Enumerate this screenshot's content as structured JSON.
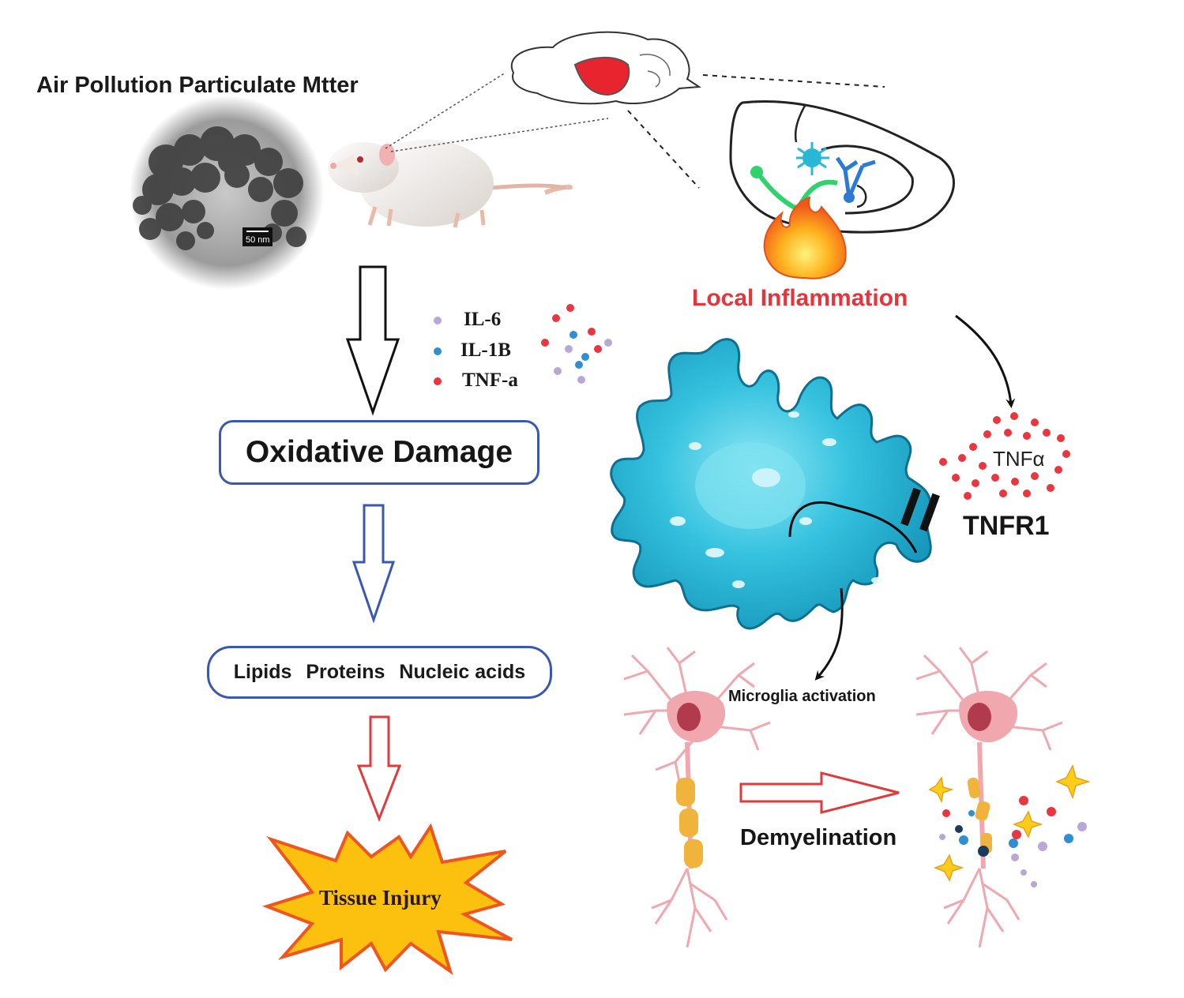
{
  "title": "Air Pollution Particulate Mtter",
  "scale_bar": "50 nm",
  "legend": {
    "items": [
      {
        "label": "IL-6",
        "color": "#b8a8d6"
      },
      {
        "label": "IL-1B",
        "color": "#2f8fd0"
      },
      {
        "label": "TNF-a",
        "color": "#e8373e"
      }
    ]
  },
  "left_flow": {
    "oxidative": "Oxidative Damage",
    "molecules": [
      "Lipids",
      "Proteins",
      "Nucleic acids"
    ],
    "injury": "Tissue Injury"
  },
  "right_flow": {
    "local_inflammation": "Local Inflammation",
    "tnf_alpha": "TNFα",
    "receptor": "TNFR1",
    "microglia_activation": "Microglia activation",
    "demyelination": "Demyelination"
  },
  "colors": {
    "box_border": "#3a58b3",
    "blue_arrow": "#3a58b3",
    "red_arrow": "#e03a3a",
    "inflammation_text": "#e5343a",
    "microglia_fill": "#2bb9d6",
    "neuron_pink": "#f1a7ae",
    "myelin_orange": "#f0b43c",
    "tnf_dots": "#e8373e",
    "star_fill": "#ffcc1a"
  }
}
